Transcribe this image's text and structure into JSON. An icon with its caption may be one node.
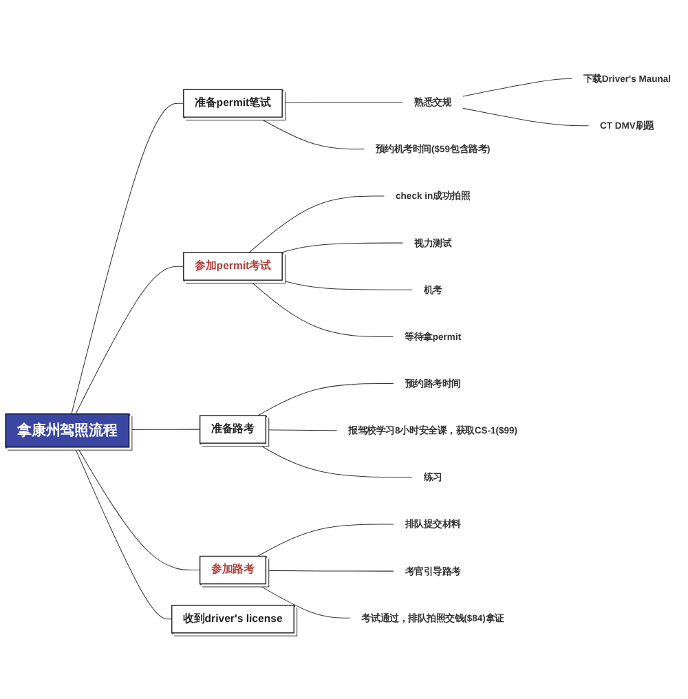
{
  "diagram": {
    "nodes": [
      {
        "text": [
          "拿康州驾照流程"
        ]
      },
      {
        "text": [
          "准备permit笔试"
        ]
      },
      {
        "text": [
          "熟悉交规"
        ]
      },
      {
        "text": [
          "下载Driver's Maunal"
        ]
      },
      {
        "text": [
          "CT DMV刷题"
        ]
      },
      {
        "text": [
          "预约机考时间($59包含路考)"
        ]
      },
      {
        "text": [
          "参加permit考试"
        ]
      },
      {
        "text": [
          "check in成功拍照"
        ]
      },
      {
        "text": [
          "视力测试"
        ]
      },
      {
        "text": [
          "机考"
        ]
      },
      {
        "text": [
          "等待拿permit"
        ]
      },
      {
        "text": [
          "准备路考"
        ]
      },
      {
        "text": [
          "预约路考时间"
        ]
      },
      {
        "text": [
          "报驾校学习8小时安全课，获取CS-1($99)"
        ]
      },
      {
        "text": [
          "练习"
        ]
      },
      {
        "text": [
          "参加路考"
        ]
      },
      {
        "text": [
          "排队提交材料"
        ]
      },
      {
        "text": [
          "考官引导路考"
        ]
      },
      {
        "text": [
          "考试通过，排队拍照交钱($84)拿证"
        ]
      },
      {
        "text": [
          "收到driver's license"
        ]
      }
    ],
    "edges": [
      {
        "from": 0,
        "to": 1,
        "arrow": "none"
      },
      {
        "from": 0,
        "to": 6,
        "arrow": "none"
      },
      {
        "from": 0,
        "to": 11,
        "arrow": "none"
      },
      {
        "from": 0,
        "to": 15,
        "arrow": "none"
      },
      {
        "from": 0,
        "to": 19,
        "arrow": "none"
      },
      {
        "from": 1,
        "to": 2,
        "arrow": "none"
      },
      {
        "from": 1,
        "to": 5,
        "arrow": "none"
      },
      {
        "from": 2,
        "to": 3,
        "arrow": "none"
      },
      {
        "from": 2,
        "to": 4,
        "arrow": "none"
      },
      {
        "from": 6,
        "to": 7,
        "arrow": "none"
      },
      {
        "from": 6,
        "to": 8,
        "arrow": "none"
      },
      {
        "from": 6,
        "to": 9,
        "arrow": "none"
      },
      {
        "from": 6,
        "to": 10,
        "arrow": "none"
      },
      {
        "from": 11,
        "to": 12,
        "arrow": "none"
      },
      {
        "from": 11,
        "to": 13,
        "arrow": "none"
      },
      {
        "from": 11,
        "to": 14,
        "arrow": "none"
      },
      {
        "from": 15,
        "to": 16,
        "arrow": "none"
      },
      {
        "from": 15,
        "to": 17,
        "arrow": "none"
      },
      {
        "from": 15,
        "to": 18,
        "arrow": "none"
      }
    ]
  }
}
